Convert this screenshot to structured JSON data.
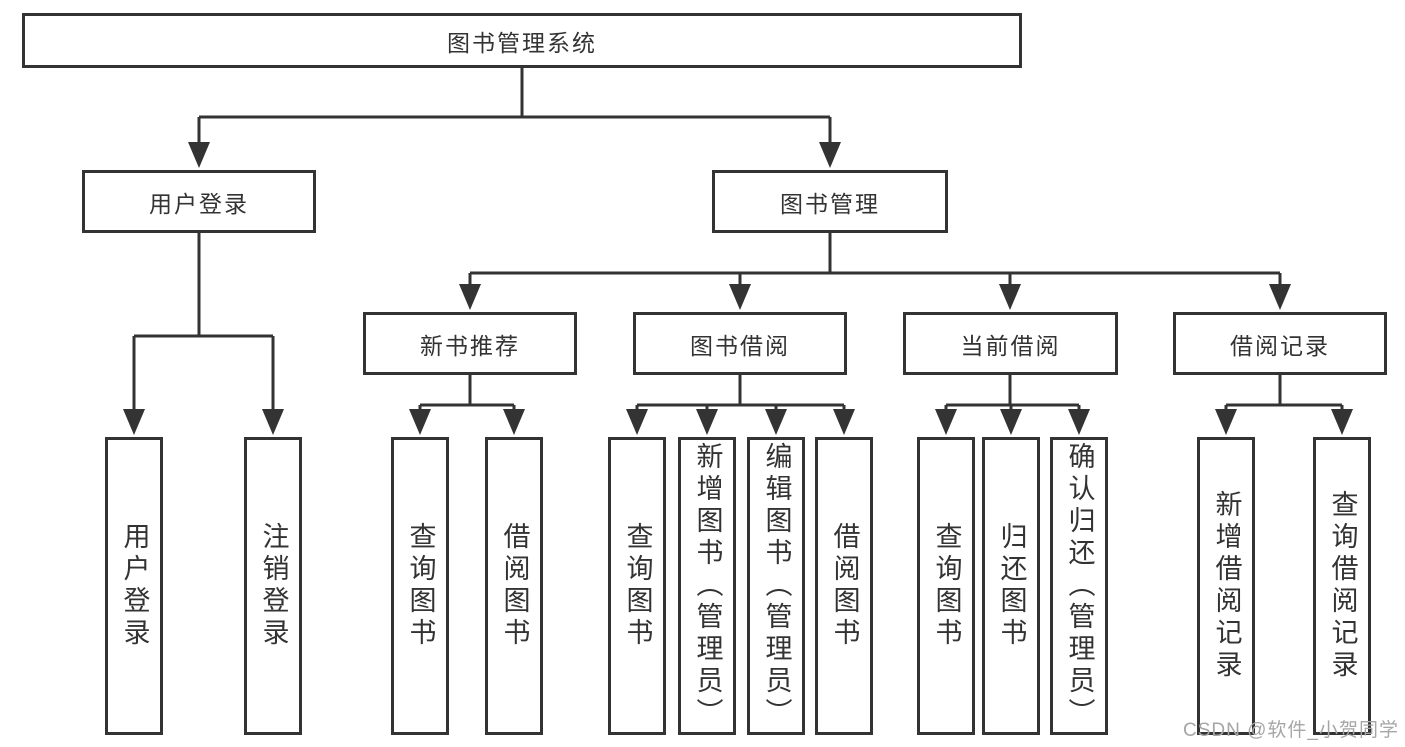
{
  "colors": {
    "line": "#333333",
    "box_border": "#333333",
    "box_fill": "#ffffff",
    "text": "#333333",
    "watermark": "#a6a6a6",
    "background": "#ffffff"
  },
  "watermark": {
    "text": "CSDN @软件_小贺同学"
  },
  "tree": {
    "root": {
      "label": "图书管理系统"
    },
    "branches": [
      {
        "label": "用户登录",
        "leaves": [
          {
            "label": "用户登录"
          },
          {
            "label": "注销登录"
          }
        ]
      },
      {
        "label": "图书管理",
        "sections": [
          {
            "label": "新书推荐",
            "leaves": [
              {
                "label": "查询图书"
              },
              {
                "label": "借阅图书"
              }
            ]
          },
          {
            "label": "图书借阅",
            "leaves": [
              {
                "label": "查询图书"
              },
              {
                "label": "新增图书（管理员）"
              },
              {
                "label": "编辑图书（管理员）"
              },
              {
                "label": "借阅图书"
              }
            ]
          },
          {
            "label": "当前借阅",
            "leaves": [
              {
                "label": "查询图书"
              },
              {
                "label": "归还图书"
              },
              {
                "label": "确认归还（管理员）"
              }
            ]
          },
          {
            "label": "借阅记录",
            "leaves": [
              {
                "label": "新增借阅记录"
              },
              {
                "label": "查询借阅记录"
              }
            ]
          }
        ]
      }
    ]
  }
}
